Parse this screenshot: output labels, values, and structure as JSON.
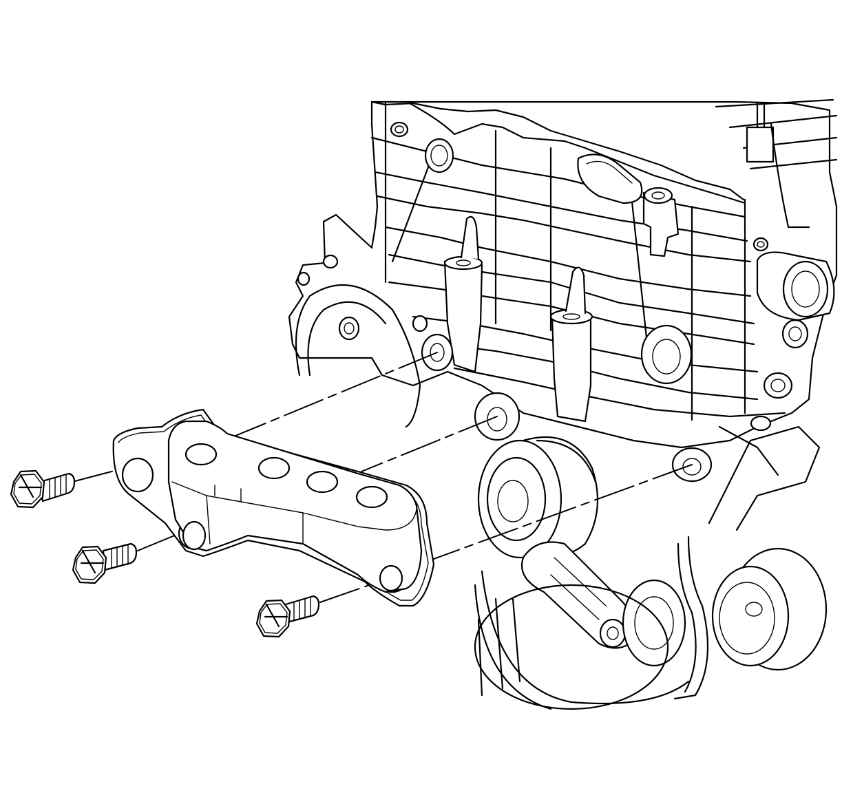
{
  "illustration": {
    "background": "#ffffff",
    "line_color": "#000000",
    "components": [
      "engine-block",
      "timing-cover",
      "crankshaft-pulley",
      "idler-pulley",
      "belt-tensioner",
      "accessory-drive-belt",
      "mount-bracket",
      "bracket-gasket",
      "bolt",
      "alignment-line"
    ]
  }
}
